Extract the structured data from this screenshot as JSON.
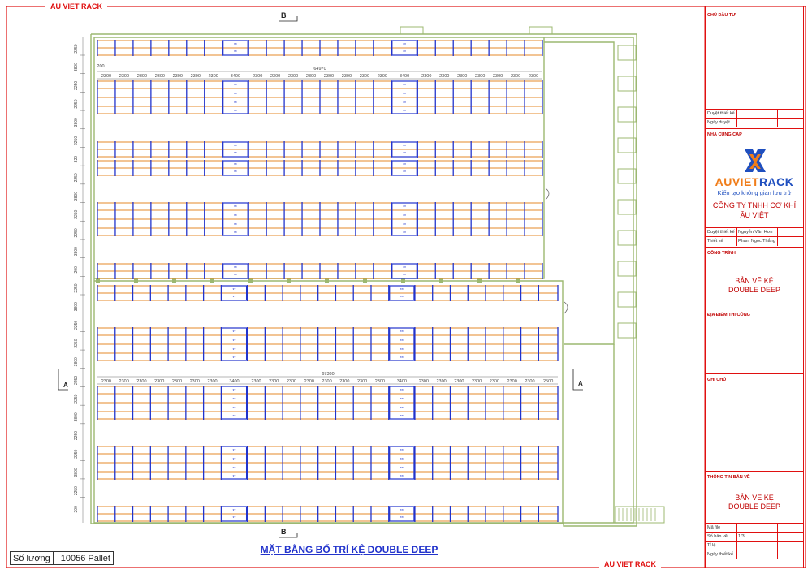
{
  "frame": {
    "brand_top": "AU VIET RACK",
    "brand_bottom": "AU VIET RACK"
  },
  "drawing": {
    "title": "MẶT BẰNG BỐ TRÍ KỆ DOUBLE DEEP",
    "section_b_top": "B",
    "section_b_bottom": "B",
    "section_a_left": "A",
    "section_a_right": "A",
    "upper_total": "64970",
    "lower_total": "67380",
    "offset_label": "200",
    "bay_width": "2300",
    "wide_bay": "3400",
    "pallet_mark": "**",
    "upper_bays": [
      "2300",
      "2300",
      "2300",
      "2300",
      "2300",
      "2300",
      "2300",
      "3400",
      "2300",
      "2300",
      "2300",
      "2300",
      "2300",
      "2300",
      "2300",
      "2300",
      "3400",
      "2300",
      "2300",
      "2300",
      "2300",
      "2300",
      "2300",
      "2300"
    ],
    "lower_bays": [
      "2300",
      "2300",
      "2300",
      "2300",
      "2300",
      "2300",
      "2300",
      "3400",
      "2300",
      "2300",
      "2300",
      "2300",
      "2300",
      "2300",
      "2300",
      "2300",
      "3400",
      "2300",
      "2300",
      "2300",
      "2300",
      "2300",
      "2300",
      "2300",
      "2500"
    ],
    "left_dims": [
      "2250",
      "3800",
      "2250",
      "2250",
      "3800",
      "2250",
      "320",
      "2250",
      "3800",
      "2250",
      "2250",
      "3800",
      "200",
      "2250",
      "3800",
      "2250",
      "2250",
      "3800",
      "2250",
      "2250",
      "3800",
      "2250",
      "2250",
      "3800",
      "2250",
      "200"
    ]
  },
  "quantity": {
    "label": "Số lượng",
    "value": "10056 Pallet"
  },
  "title_block": {
    "owner_header": "CHỦ ĐẦU TƯ",
    "owner_rows": [
      {
        "key": "Duyệt thiết kế",
        "value": ""
      },
      {
        "key": "Ngày duyệt",
        "value": ""
      }
    ],
    "supplier_header": "NHÀ CUNG CẤP",
    "logo_au": "AUVIET",
    "logo_rack": "RACK",
    "tagline": "Kiến tạo không gian lưu trữ",
    "company_line1": "CÔNG TY TNHH CƠ KHÍ",
    "company_line2": "ÂU VIỆT",
    "people": [
      {
        "key": "Duyệt thiết kế",
        "value": "Nguyễn Văn Hơn"
      },
      {
        "key": "Thiết kế",
        "value": "Phạm Ngọc Thắng"
      }
    ],
    "project_header": "CÔNG TRÌNH",
    "project_line1": "BẢN VẼ KỆ",
    "project_line2": "DOUBLE DEEP",
    "site_header": "ĐỊA ĐIỂM THI CÔNG",
    "notes_header": "GHI CHÚ",
    "info_header": "THÔNG TIN BẢN VẼ",
    "info_line1": "BẢN VẼ KỆ",
    "info_line2": "DOUBLE DEEP",
    "info_rows": [
      {
        "key": "Mã file",
        "value": ""
      },
      {
        "key": "Số bản vẽ",
        "value": "1/3"
      },
      {
        "key": "Tỉ lệ",
        "value": ""
      },
      {
        "key": "Ngày thiết kế",
        "value": ""
      }
    ]
  },
  "colors": {
    "border": "#e01010",
    "wall": "#9cb870",
    "upright": "#2233cc",
    "beam": "#e58a2a",
    "dim": "#444444",
    "logo_blue": "#1f4fbf",
    "logo_orange": "#f07d1a"
  }
}
